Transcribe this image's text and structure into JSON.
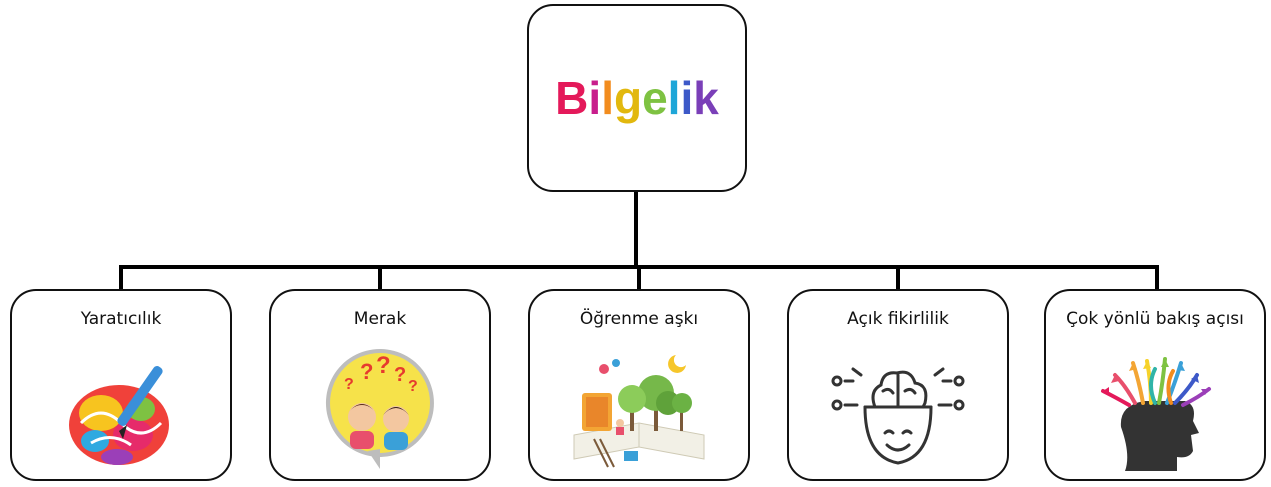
{
  "root": {
    "title": "Bilgelik",
    "letters": [
      "B",
      "i",
      "l",
      "g",
      "e",
      "l",
      "i",
      "k"
    ],
    "letter_colors": [
      "#e4195a",
      "#c81e8c",
      "#f28c1e",
      "#f2c31e",
      "#7ec242",
      "#1ea6d8",
      "#3d59c8",
      "#7a3fb8"
    ]
  },
  "children": [
    {
      "label": "Yaratıcılık",
      "icon": "colorful-brain-paintbrush-icon"
    },
    {
      "label": "Merak",
      "icon": "curious-children-question-marks-icon"
    },
    {
      "label": "Öğrenme aşkı",
      "icon": "open-book-trees-reading-icon"
    },
    {
      "label": "Açık fikirlilik",
      "icon": "open-head-brain-icon"
    },
    {
      "label": "Çok yönlü bakış açısı",
      "icon": "head-silhouette-colorful-arrows-icon"
    }
  ],
  "colors": {
    "line": "#000000",
    "border": "#111111"
  }
}
